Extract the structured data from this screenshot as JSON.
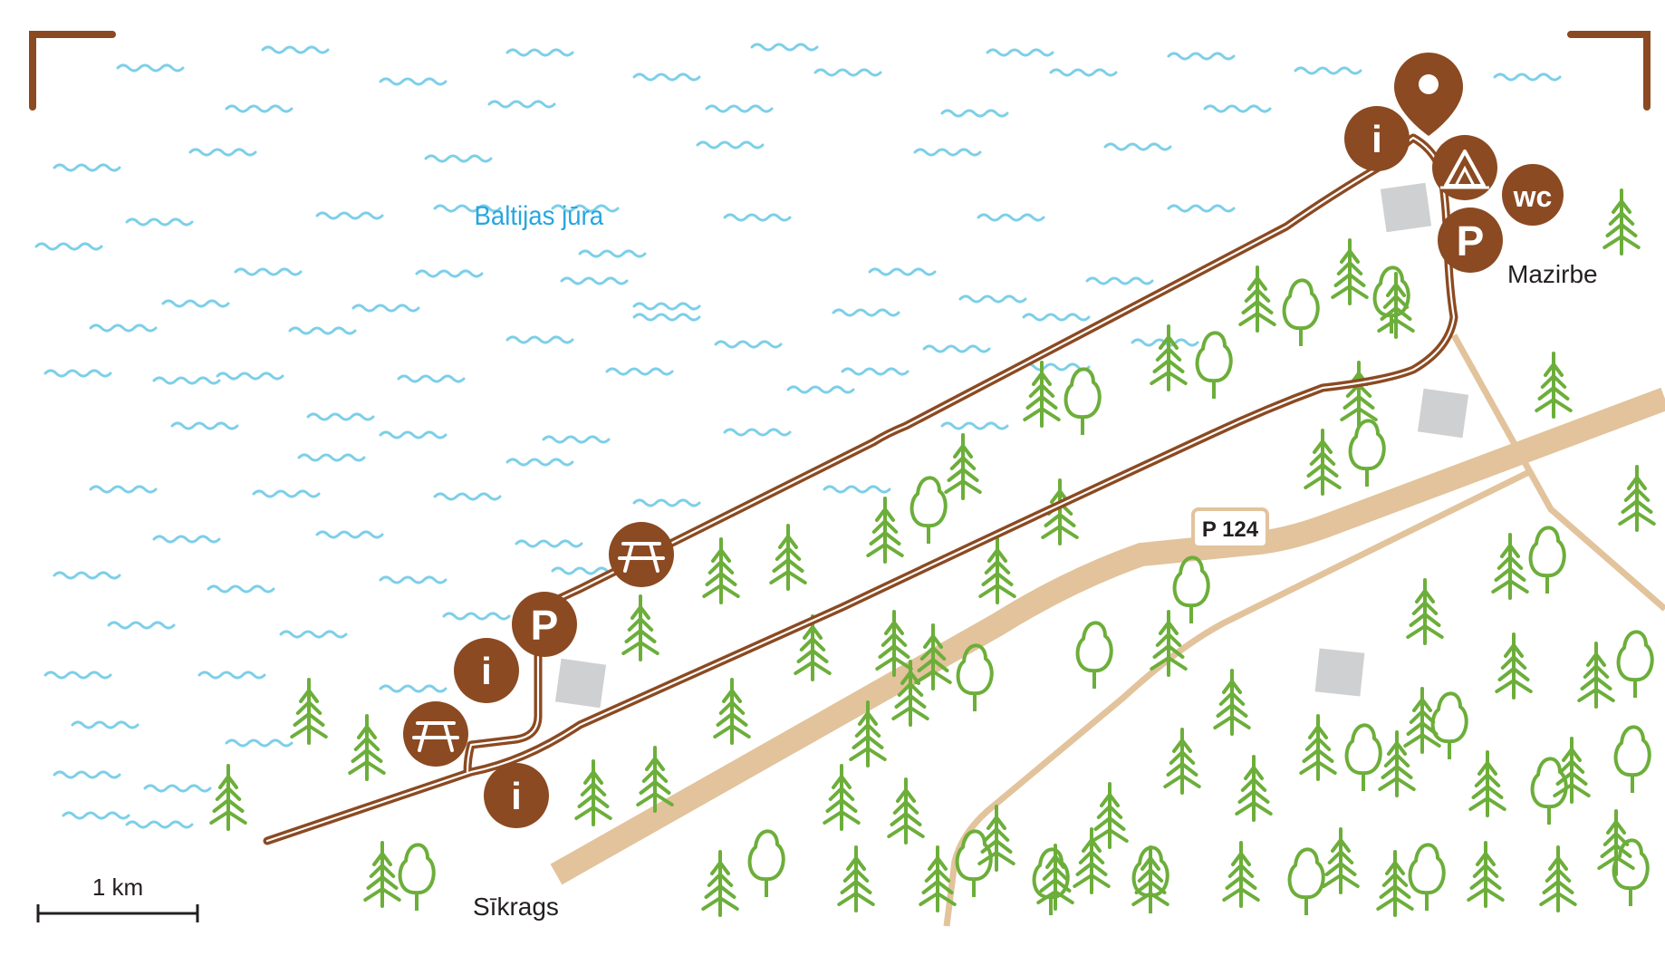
{
  "colors": {
    "water": "#7dcfe8",
    "trail": "#8b4a22",
    "poi": "#8b4a22",
    "road": "#e2c39c",
    "tree": "#6cae3a",
    "building": "#cfd0d1",
    "sea_label": "#27a6de",
    "text": "#231f20"
  },
  "labels": {
    "sea": "Baltijas jūra",
    "town_north": "Mazirbe",
    "town_south": "Sīkrags",
    "road": "P 124",
    "scale": "1 km"
  },
  "poi_glyphs": {
    "info": "i",
    "parking": "P",
    "wc": "wc"
  },
  "icons": [
    "location-pin-icon",
    "info-icon",
    "parking-icon",
    "picnic-table-icon",
    "camping-tent-icon",
    "wc-icon",
    "pine-tree-icon",
    "deciduous-tree-icon",
    "building-icon"
  ]
}
